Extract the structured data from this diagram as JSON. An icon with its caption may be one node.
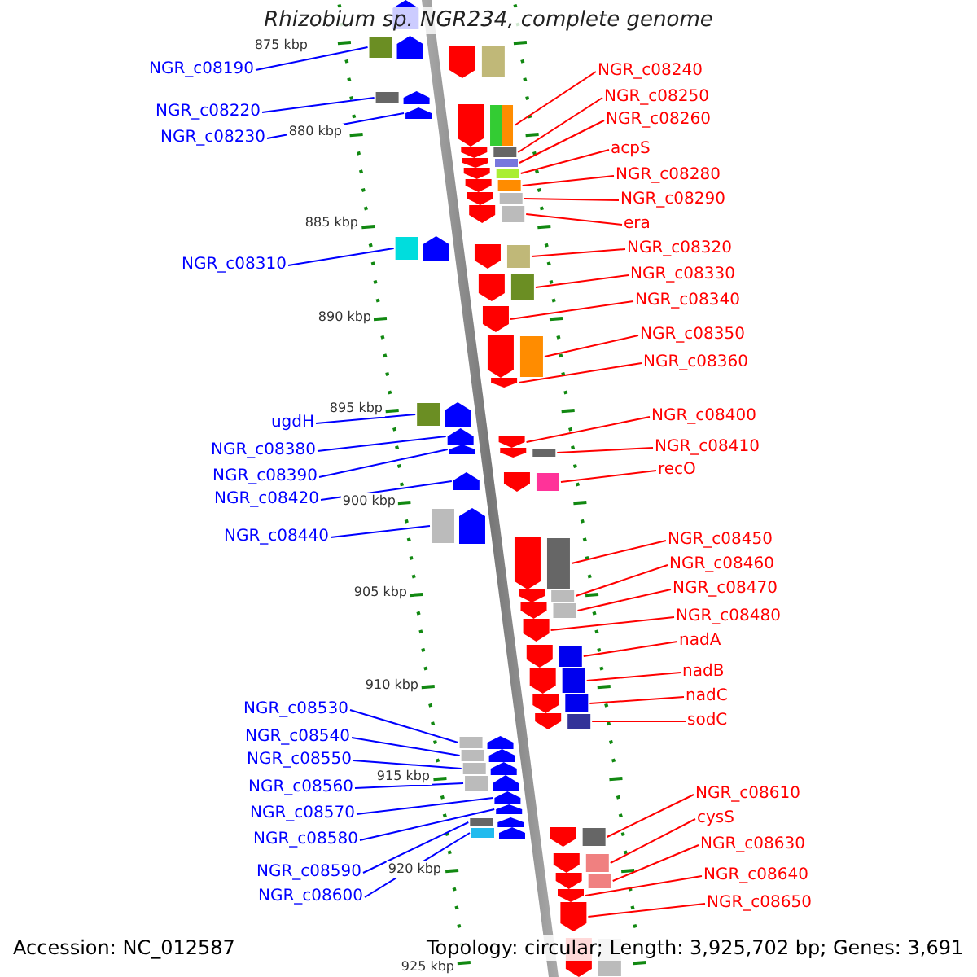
{
  "diagram": {
    "title": "Rhizobium sp. NGR234, complete genome",
    "nodes": [
      {
        "text": [
          "NGR_c08190"
        ]
      },
      {
        "text": [
          "NGR_c08220"
        ]
      },
      {
        "text": [
          "NGR_c08230"
        ]
      },
      {
        "text": [
          "NGR_c08310"
        ]
      },
      {
        "text": [
          "ugdH"
        ]
      },
      {
        "text": [
          "NGR_c08380"
        ]
      },
      {
        "text": [
          "NGR_c08390"
        ]
      },
      {
        "text": [
          "NGR_c08420"
        ]
      },
      {
        "text": [
          "NGR_c08440"
        ]
      },
      {
        "text": [
          "NGR_c08530"
        ]
      },
      {
        "text": [
          "NGR_c08540"
        ]
      },
      {
        "text": [
          "NGR_c08550"
        ]
      },
      {
        "text": [
          "NGR_c08560"
        ]
      },
      {
        "text": [
          "NGR_c08570"
        ]
      },
      {
        "text": [
          "NGR_c08580"
        ]
      },
      {
        "text": [
          "NGR_c08590"
        ]
      },
      {
        "text": [
          "NGR_c08600"
        ]
      },
      {
        "text": [
          "NGR_c08240"
        ]
      },
      {
        "text": [
          "NGR_c08250"
        ]
      },
      {
        "text": [
          "NGR_c08260"
        ]
      },
      {
        "text": [
          "acpS"
        ]
      },
      {
        "text": [
          "NGR_c08280"
        ]
      },
      {
        "text": [
          "NGR_c08290"
        ]
      },
      {
        "text": [
          "era"
        ]
      },
      {
        "text": [
          "NGR_c08320"
        ]
      },
      {
        "text": [
          "NGR_c08330"
        ]
      },
      {
        "text": [
          "NGR_c08340"
        ]
      },
      {
        "text": [
          "NGR_c08350"
        ]
      },
      {
        "text": [
          "NGR_c08360"
        ]
      },
      {
        "text": [
          "NGR_c08400"
        ]
      },
      {
        "text": [
          "NGR_c08410"
        ]
      },
      {
        "text": [
          "recO"
        ]
      },
      {
        "text": [
          "NGR_c08450"
        ]
      },
      {
        "text": [
          "NGR_c08460"
        ]
      },
      {
        "text": [
          "NGR_c08470"
        ]
      },
      {
        "text": [
          "NGR_c08480"
        ]
      },
      {
        "text": [
          "nadA"
        ]
      },
      {
        "text": [
          "nadB"
        ]
      },
      {
        "text": [
          "nadC"
        ]
      },
      {
        "text": [
          "sodC"
        ]
      },
      {
        "text": [
          "NGR_c08610"
        ]
      },
      {
        "text": [
          "cysS"
        ]
      },
      {
        "text": [
          "NGR_c08630"
        ]
      },
      {
        "text": [
          "NGR_c08640"
        ]
      },
      {
        "text": [
          "NGR_c08650"
        ]
      },
      {
        "text": [],
        "shape": "arrow"
      },
      {
        "text": [],
        "shape": "arrow"
      },
      {
        "text": [],
        "shape": "arrow"
      },
      {
        "text": [],
        "shape": "arrow"
      },
      {
        "text": [],
        "shape": "arrow"
      },
      {
        "text": [],
        "shape": "arrow"
      },
      {
        "text": [],
        "shape": "arrow"
      },
      {
        "text": [],
        "shape": "arrow"
      },
      {
        "text": [],
        "shape": "arrow"
      },
      {
        "text": [],
        "shape": "arrow"
      },
      {
        "text": [],
        "shape": "arrow"
      },
      {
        "text": [],
        "shape": "arrow"
      },
      {
        "text": [],
        "shape": "arrow"
      },
      {
        "text": [],
        "shape": "arrow"
      },
      {
        "text": [],
        "shape": "arrow"
      },
      {
        "text": [],
        "shape": "arrow"
      },
      {
        "text": [],
        "shape": "arrow"
      },
      {
        "text": [],
        "shape": "arrow"
      },
      {
        "text": [],
        "shape": "arrow"
      },
      {
        "text": [],
        "shape": "arrow"
      },
      {
        "text": [],
        "shape": "arrow"
      },
      {
        "text": [],
        "shape": "arrow"
      },
      {
        "text": [],
        "shape": "arrow"
      },
      {
        "text": [],
        "shape": "arrow"
      },
      {
        "text": [],
        "shape": "arrow"
      },
      {
        "text": [],
        "shape": "arrow"
      },
      {
        "text": [],
        "shape": "arrow"
      },
      {
        "text": [],
        "shape": "arrow"
      },
      {
        "text": [],
        "shape": "arrow"
      },
      {
        "text": [],
        "shape": "arrow"
      },
      {
        "text": [],
        "shape": "arrow"
      },
      {
        "text": [],
        "shape": "arrow"
      },
      {
        "text": [],
        "shape": "arrow"
      },
      {
        "text": [],
        "shape": "arrow"
      },
      {
        "text": [],
        "shape": "arrow"
      },
      {
        "text": [],
        "shape": "arrow"
      },
      {
        "text": [],
        "shape": "arrow"
      },
      {
        "text": [],
        "shape": "arrow"
      },
      {
        "text": [],
        "shape": "arrow"
      },
      {
        "text": [],
        "shape": "arrow"
      },
      {
        "text": [],
        "shape": "arrow"
      },
      {
        "text": [],
        "shape": "arrow"
      },
      {
        "text": [],
        "shape": "arrow"
      },
      {
        "text": [],
        "shape": "arrow"
      },
      {
        "text": [],
        "shape": "arrow"
      },
      {
        "text": [],
        "shape": "arrow"
      },
      {
        "text": [],
        "shape": "arrow"
      },
      {
        "text": [],
        "shape": "arrow"
      }
    ],
    "edges": [
      {
        "from": 0,
        "to": 46,
        "arrow": "none",
        "color": "#0000ff"
      },
      {
        "from": 1,
        "to": 48,
        "arrow": "none",
        "color": "#0000ff"
      },
      {
        "from": 2,
        "to": 50,
        "arrow": "none",
        "color": "#0000ff"
      },
      {
        "from": 3,
        "to": 57,
        "arrow": "none",
        "color": "#0000ff"
      },
      {
        "from": 4,
        "to": 63,
        "arrow": "none",
        "color": "#0000ff"
      },
      {
        "from": 5,
        "to": 64,
        "arrow": "none",
        "color": "#0000ff"
      },
      {
        "from": 6,
        "to": 66,
        "arrow": "none",
        "color": "#0000ff"
      },
      {
        "from": 7,
        "to": 68,
        "arrow": "none",
        "color": "#0000ff"
      },
      {
        "from": 8,
        "to": 70,
        "arrow": "none",
        "color": "#0000ff"
      },
      {
        "from": 9,
        "to": 79,
        "arrow": "none",
        "color": "#0000ff"
      },
      {
        "from": 10,
        "to": 80,
        "arrow": "none",
        "color": "#0000ff"
      },
      {
        "from": 11,
        "to": 81,
        "arrow": "none",
        "color": "#0000ff"
      },
      {
        "from": 12,
        "to": 82,
        "arrow": "none",
        "color": "#0000ff"
      },
      {
        "from": 13,
        "to": 83,
        "arrow": "none",
        "color": "#0000ff"
      },
      {
        "from": 14,
        "to": 84,
        "arrow": "none",
        "color": "#0000ff"
      },
      {
        "from": 15,
        "to": 85,
        "arrow": "none",
        "color": "#0000ff"
      },
      {
        "from": 16,
        "to": 87,
        "arrow": "none",
        "color": "#0000ff"
      },
      {
        "from": 17,
        "to": 49,
        "arrow": "none"
      },
      {
        "from": 18,
        "to": 51,
        "arrow": "none"
      },
      {
        "from": 19,
        "to": 52,
        "arrow": "none"
      },
      {
        "from": 20,
        "to": 53,
        "arrow": "none"
      },
      {
        "from": 21,
        "to": 54,
        "arrow": "none"
      },
      {
        "from": 22,
        "to": 55,
        "arrow": "none"
      },
      {
        "from": 23,
        "to": 56,
        "arrow": "none"
      },
      {
        "from": 24,
        "to": 58,
        "arrow": "none"
      },
      {
        "from": 25,
        "to": 59,
        "arrow": "none"
      },
      {
        "from": 26,
        "to": 60,
        "arrow": "none"
      },
      {
        "from": 27,
        "to": 61,
        "arrow": "none"
      },
      {
        "from": 28,
        "to": 62,
        "arrow": "none"
      },
      {
        "from": 29,
        "to": 65,
        "arrow": "none"
      },
      {
        "from": 30,
        "to": 67,
        "arrow": "none"
      },
      {
        "from": 31,
        "to": 69,
        "arrow": "none"
      },
      {
        "from": 32,
        "to": 71,
        "arrow": "none"
      },
      {
        "from": 33,
        "to": 72,
        "arrow": "none"
      },
      {
        "from": 34,
        "to": 73,
        "arrow": "none"
      },
      {
        "from": 35,
        "to": 74,
        "arrow": "none"
      },
      {
        "from": 36,
        "to": 75,
        "arrow": "none"
      },
      {
        "from": 37,
        "to": 76,
        "arrow": "none"
      },
      {
        "from": 38,
        "to": 77,
        "arrow": "none"
      },
      {
        "from": 39,
        "to": 78,
        "arrow": "none"
      },
      {
        "from": 40,
        "to": 86,
        "arrow": "none"
      },
      {
        "from": 41,
        "to": 88,
        "arrow": "none"
      },
      {
        "from": 42,
        "to": 89,
        "arrow": "none"
      },
      {
        "from": 43,
        "to": 90,
        "arrow": "none"
      },
      {
        "from": 44,
        "to": 91,
        "arrow": "none"
      }
    ],
    "labels": [
      "875 kbp",
      "880 kbp",
      "885 kbp",
      "890 kbp",
      "895 kbp",
      "900 kbp",
      "905 kbp",
      "910 kbp",
      "915 kbp",
      "920 kbp",
      "925 kbp",
      "Accession: NC_012587",
      "Topology: circular; Length: 3,925,702 bp; Genes: 3,691"
    ]
  }
}
